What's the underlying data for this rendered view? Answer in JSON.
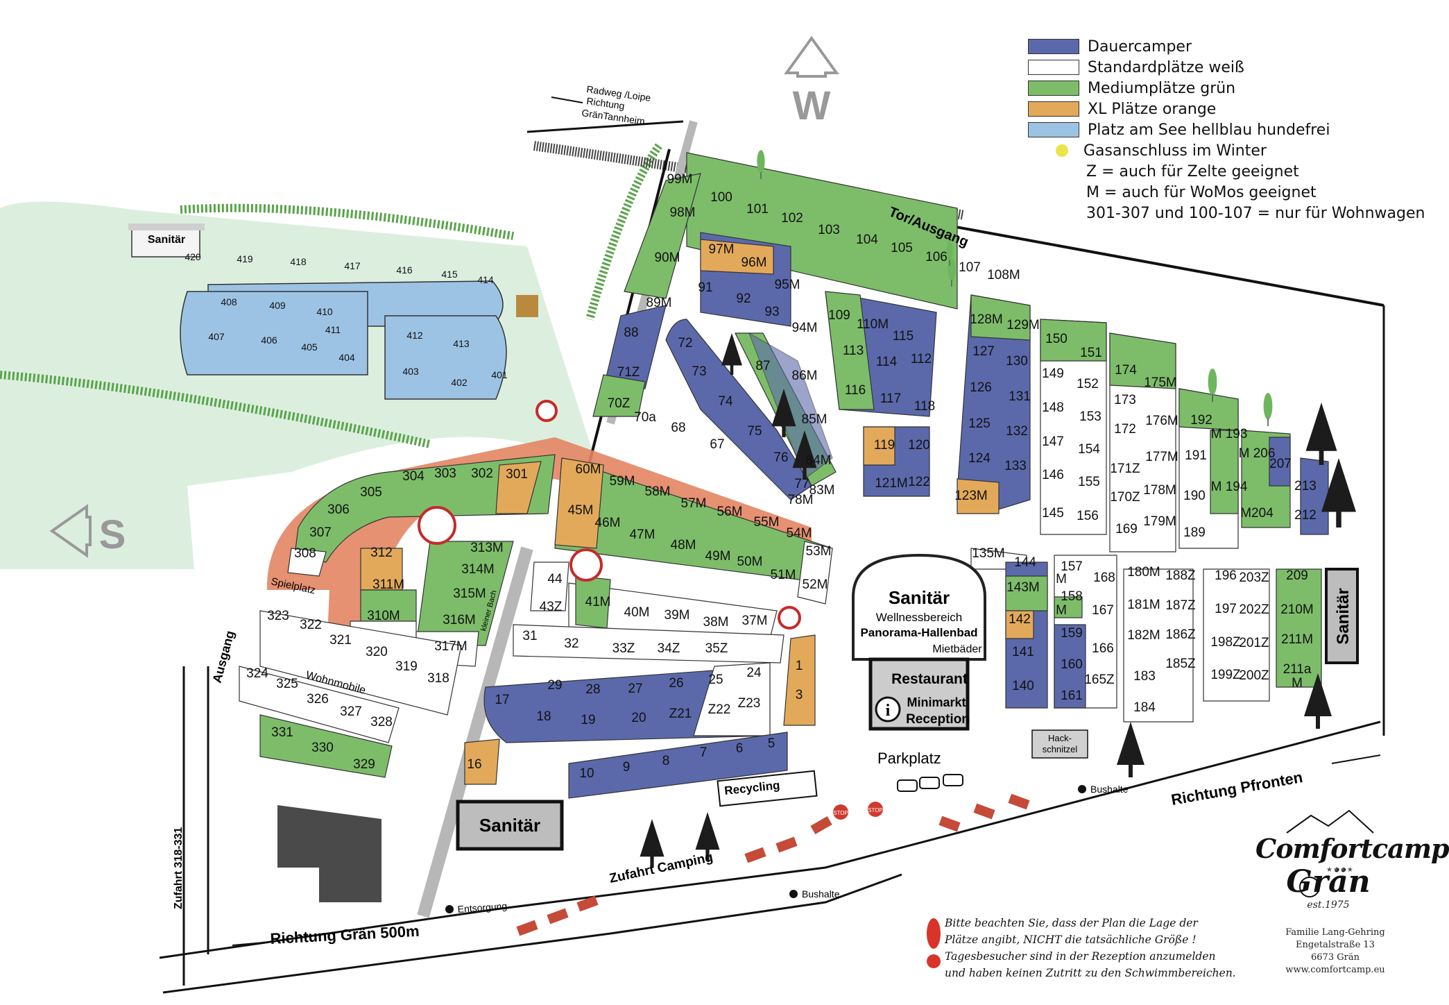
{
  "colors": {
    "dauercamper": "#5b69ab",
    "standard": "#ffffff",
    "medium": "#7dbd6a",
    "xl": "#e3a95b",
    "see": "#9dc3e4",
    "gas": "#e8e64a",
    "lake_zone": "#dcefdf",
    "dog_zone": "#e28563",
    "road": "#b7b7b7"
  },
  "legend": [
    {
      "swatch": "dauercamper",
      "label": "Dauercamper"
    },
    {
      "swatch": "standard",
      "label": "Standardplätze weiß"
    },
    {
      "swatch": "medium",
      "label": "Mediumplätze grün"
    },
    {
      "swatch": "xl",
      "label": "XL Plätze orange"
    },
    {
      "swatch": "see",
      "label": "Platz am See hellblau hundefrei"
    },
    {
      "swatch": "gas",
      "label": "Gasanschluss im Winter"
    },
    {
      "swatch": "none",
      "label": "Z = auch für Zelte geeignet"
    },
    {
      "swatch": "none",
      "label": "M = auch für WoMos geeignet"
    },
    {
      "swatch": "none",
      "label": "301-307 und 100-107 = nur für Wohnwagen"
    }
  ],
  "compass": {
    "west": "W",
    "south": "S"
  },
  "labels": {
    "radweg_1": "Radweg /Loipe",
    "radweg_2": "Richtung",
    "radweg_3": "GränTannheim",
    "tor": "Tor/Ausgang",
    "ausgang": "Ausgang",
    "spielplatz": "Spielplatz",
    "wohnmobile": "Wohnmobile",
    "bach": "kleiner Bach",
    "zufahrt_318": "Zufahrt 318-331",
    "richtung_graen": "Richtung Grän 500m",
    "entsorgung": "Entsorgung",
    "zufahrt_camping": "Zufahrt Camping",
    "bushalte_1": "Bushalte",
    "bushalte_2": "Bushalte",
    "recycling": "Recycling",
    "parkplatz": "Parkplatz",
    "richtung_pfronten": "Richtung Pfronten",
    "hack_1": "Hack-",
    "hack_2": "schnitzel",
    "stop_1": "STOP",
    "stop_2": "STOP"
  },
  "buildings": {
    "sanitaer_see": "Sanitär",
    "sanitaer_main": "Sanitär",
    "sanitaer_main_l1": "Wellnessbereich",
    "sanitaer_main_l2": "Panorama-Hallenbad",
    "sanitaer_main_l3": "Mietbäder",
    "restaurant": "Restaurant",
    "minimarkt": "Minimarkt",
    "reception": "Reception",
    "info_icon": "i",
    "sanitaer_south": "Sanitär",
    "sanitaer_east": "Sanitär"
  },
  "note": {
    "line1": "Bitte beachten Sie, dass der Plan die Lage der",
    "line2": "Plätze angibt, NICHT die tatsächliche Größe !",
    "line3": "Tagesbesucher sind in der Rezeption anzumelden",
    "line4": "und haben keinen Zutritt zu den Schwimmbereichen."
  },
  "brand": {
    "name1": "Comfortcamp",
    "stars": "★★★★",
    "name2": "Grän",
    "est": "est.1975"
  },
  "address": {
    "line1": "Familie Lang-Gehring",
    "line2": "Engetalstraße 13",
    "line3": "6673 Grän",
    "line4": "www.comfortcamp.eu"
  },
  "pitches": [
    {
      "n": "420",
      "t": "see"
    },
    {
      "n": "419",
      "t": "see"
    },
    {
      "n": "418",
      "t": "see"
    },
    {
      "n": "417",
      "t": "see"
    },
    {
      "n": "416",
      "t": "see"
    },
    {
      "n": "415",
      "t": "see"
    },
    {
      "n": "414",
      "t": "see"
    },
    {
      "n": "408",
      "t": "see"
    },
    {
      "n": "409",
      "t": "see"
    },
    {
      "n": "410",
      "t": "see"
    },
    {
      "n": "411",
      "t": "see"
    },
    {
      "n": "407",
      "t": "see"
    },
    {
      "n": "406",
      "t": "see"
    },
    {
      "n": "405",
      "t": "see"
    },
    {
      "n": "404",
      "t": "see"
    },
    {
      "n": "412",
      "t": "see"
    },
    {
      "n": "413",
      "t": "see"
    },
    {
      "n": "403",
      "t": "see"
    },
    {
      "n": "402",
      "t": "see"
    },
    {
      "n": "401",
      "t": "see"
    },
    {
      "n": "99M",
      "t": "medium"
    },
    {
      "n": "100",
      "t": "medium"
    },
    {
      "n": "101",
      "t": "medium"
    },
    {
      "n": "102",
      "t": "medium"
    },
    {
      "n": "103",
      "t": "medium"
    },
    {
      "n": "104",
      "t": "medium"
    },
    {
      "n": "105",
      "t": "medium"
    },
    {
      "n": "106",
      "t": "medium"
    },
    {
      "n": "107",
      "t": "medium"
    },
    {
      "n": "108M",
      "t": "medium"
    },
    {
      "n": "98M",
      "t": "medium"
    },
    {
      "n": "90M",
      "t": "medium"
    },
    {
      "n": "89M",
      "t": "medium"
    },
    {
      "n": "88",
      "t": "dauercamper"
    },
    {
      "n": "71Z",
      "t": "medium"
    },
    {
      "n": "70Z",
      "t": "medium"
    },
    {
      "n": "97M",
      "t": "xl"
    },
    {
      "n": "96M",
      "t": "xl"
    },
    {
      "n": "95M",
      "t": "standard"
    },
    {
      "n": "91",
      "t": "dauercamper"
    },
    {
      "n": "92",
      "t": "dauercamper"
    },
    {
      "n": "93",
      "t": "dauercamper"
    },
    {
      "n": "94M",
      "t": "standard"
    },
    {
      "n": "70a",
      "t": "dauercamper"
    },
    {
      "n": "68",
      "t": "dauercamper"
    },
    {
      "n": "67",
      "t": "standard"
    },
    {
      "n": "72",
      "t": "dauercamper"
    },
    {
      "n": "73",
      "t": "dauercamper"
    },
    {
      "n": "74",
      "t": "dauercamper"
    },
    {
      "n": "75",
      "t": "dauercamper"
    },
    {
      "n": "76",
      "t": "dauercamper"
    },
    {
      "n": "77",
      "t": "dauercamper"
    },
    {
      "n": "87",
      "t": "dauercamper"
    },
    {
      "n": "86M",
      "t": "medium"
    },
    {
      "n": "85M",
      "t": "medium"
    },
    {
      "n": "84M",
      "t": "medium"
    },
    {
      "n": "83M",
      "t": "standard"
    },
    {
      "n": "78M",
      "t": "standard"
    },
    {
      "n": "109",
      "t": "medium"
    },
    {
      "n": "110M",
      "t": "medium"
    },
    {
      "n": "115",
      "t": "dauercamper"
    },
    {
      "n": "113",
      "t": "medium"
    },
    {
      "n": "114",
      "t": "dauercamper"
    },
    {
      "n": "112",
      "t": "dauercamper"
    },
    {
      "n": "116",
      "t": "medium"
    },
    {
      "n": "117",
      "t": "dauercamper"
    },
    {
      "n": "118",
      "t": "dauercamper"
    },
    {
      "n": "119",
      "t": "xl"
    },
    {
      "n": "120",
      "t": "dauercamper"
    },
    {
      "n": "121M",
      "t": "standard"
    },
    {
      "n": "122",
      "t": "dauercamper"
    },
    {
      "n": "128M",
      "t": "medium"
    },
    {
      "n": "129M",
      "t": "medium"
    },
    {
      "n": "127",
      "t": "dauercamper"
    },
    {
      "n": "130",
      "t": "dauercamper"
    },
    {
      "n": "126",
      "t": "dauercamper"
    },
    {
      "n": "131",
      "t": "dauercamper"
    },
    {
      "n": "125",
      "t": "dauercamper"
    },
    {
      "n": "132",
      "t": "dauercamper"
    },
    {
      "n": "124",
      "t": "dauercamper"
    },
    {
      "n": "133",
      "t": "dauercamper"
    },
    {
      "n": "123M",
      "t": "xl"
    },
    {
      "n": "150",
      "t": "medium"
    },
    {
      "n": "151",
      "t": "medium"
    },
    {
      "n": "149",
      "t": "standard"
    },
    {
      "n": "152",
      "t": "standard"
    },
    {
      "n": "148",
      "t": "standard"
    },
    {
      "n": "153",
      "t": "standard"
    },
    {
      "n": "147",
      "t": "standard"
    },
    {
      "n": "154",
      "t": "standard"
    },
    {
      "n": "146",
      "t": "standard"
    },
    {
      "n": "155",
      "t": "standard"
    },
    {
      "n": "145",
      "t": "standard"
    },
    {
      "n": "156",
      "t": "standard"
    },
    {
      "n": "174",
      "t": "medium"
    },
    {
      "n": "175M",
      "t": "medium"
    },
    {
      "n": "173",
      "t": "standard"
    },
    {
      "n": "176M",
      "t": "standard"
    },
    {
      "n": "172",
      "t": "standard"
    },
    {
      "n": "177M",
      "t": "standard"
    },
    {
      "n": "171Z",
      "t": "standard"
    },
    {
      "n": "178M",
      "t": "standard"
    },
    {
      "n": "170Z",
      "t": "standard"
    },
    {
      "n": "179M",
      "t": "standard"
    },
    {
      "n": "169",
      "t": "standard"
    },
    {
      "n": "192",
      "t": "medium"
    },
    {
      "n": "M 193",
      "t": "medium"
    },
    {
      "n": "191",
      "t": "standard"
    },
    {
      "n": "M 194",
      "t": "medium"
    },
    {
      "n": "190",
      "t": "standard"
    },
    {
      "n": "189",
      "t": "standard"
    },
    {
      "n": "M 206",
      "t": "medium"
    },
    {
      "n": "207",
      "t": "dauercamper"
    },
    {
      "n": "M204",
      "t": "medium"
    },
    {
      "n": "213",
      "t": "dauercamper"
    },
    {
      "n": "212",
      "t": "dauercamper"
    },
    {
      "n": "306",
      "t": "medium"
    },
    {
      "n": "305",
      "t": "medium"
    },
    {
      "n": "304",
      "t": "medium"
    },
    {
      "n": "303",
      "t": "medium"
    },
    {
      "n": "302",
      "t": "medium"
    },
    {
      "n": "301",
      "t": "xl"
    },
    {
      "n": "307",
      "t": "medium"
    },
    {
      "n": "308",
      "t": "standard"
    },
    {
      "n": "60M",
      "t": "xl"
    },
    {
      "n": "59M",
      "t": "medium"
    },
    {
      "n": "58M",
      "t": "medium"
    },
    {
      "n": "57M",
      "t": "medium"
    },
    {
      "n": "56M",
      "t": "medium"
    },
    {
      "n": "55M",
      "t": "medium"
    },
    {
      "n": "54M",
      "t": "medium"
    },
    {
      "n": "53M",
      "t": "standard"
    },
    {
      "n": "45M",
      "t": "xl"
    },
    {
      "n": "46M",
      "t": "xl"
    },
    {
      "n": "47M",
      "t": "medium"
    },
    {
      "n": "48M",
      "t": "medium"
    },
    {
      "n": "49M",
      "t": "medium"
    },
    {
      "n": "50M",
      "t": "medium"
    },
    {
      "n": "51M",
      "t": "medium"
    },
    {
      "n": "52M",
      "t": "standard"
    },
    {
      "n": "312",
      "t": "xl"
    },
    {
      "n": "311M",
      "t": "medium"
    },
    {
      "n": "310M",
      "t": "standard"
    },
    {
      "n": "313M",
      "t": "medium"
    },
    {
      "n": "314M",
      "t": "medium"
    },
    {
      "n": "315M",
      "t": "medium"
    },
    {
      "n": "316M",
      "t": "medium"
    },
    {
      "n": "317M",
      "t": "standard"
    },
    {
      "n": "44",
      "t": "standard"
    },
    {
      "n": "43Z",
      "t": "standard"
    },
    {
      "n": "41M",
      "t": "medium"
    },
    {
      "n": "40M",
      "t": "standard"
    },
    {
      "n": "39M",
      "t": "standard"
    },
    {
      "n": "38M",
      "t": "standard"
    },
    {
      "n": "37M",
      "t": "standard"
    },
    {
      "n": "31",
      "t": "standard"
    },
    {
      "n": "32",
      "t": "standard"
    },
    {
      "n": "33Z",
      "t": "standard"
    },
    {
      "n": "34Z",
      "t": "standard"
    },
    {
      "n": "35Z",
      "t": "standard"
    },
    {
      "n": "323",
      "t": "standard"
    },
    {
      "n": "322",
      "t": "standard"
    },
    {
      "n": "321",
      "t": "standard"
    },
    {
      "n": "320",
      "t": "standard"
    },
    {
      "n": "319",
      "t": "standard"
    },
    {
      "n": "318",
      "t": "standard"
    },
    {
      "n": "324",
      "t": "standard"
    },
    {
      "n": "325",
      "t": "standard"
    },
    {
      "n": "326",
      "t": "standard"
    },
    {
      "n": "327",
      "t": "standard"
    },
    {
      "n": "328",
      "t": "standard"
    },
    {
      "n": "331",
      "t": "medium"
    },
    {
      "n": "330",
      "t": "medium"
    },
    {
      "n": "329",
      "t": "medium"
    },
    {
      "n": "16",
      "t": "xl"
    },
    {
      "n": "29",
      "t": "dauercamper"
    },
    {
      "n": "28",
      "t": "dauercamper"
    },
    {
      "n": "27",
      "t": "dauercamper"
    },
    {
      "n": "26",
      "t": "dauercamper"
    },
    {
      "n": "25",
      "t": "dauercamper"
    },
    {
      "n": "24",
      "t": "standard"
    },
    {
      "n": "17",
      "t": "dauercamper"
    },
    {
      "n": "18",
      "t": "dauercamper"
    },
    {
      "n": "19",
      "t": "dauercamper"
    },
    {
      "n": "20",
      "t": "dauercamper"
    },
    {
      "n": "Z21",
      "t": "standard"
    },
    {
      "n": "Z22",
      "t": "standard"
    },
    {
      "n": "Z23",
      "t": "standard"
    },
    {
      "n": "1",
      "t": "xl"
    },
    {
      "n": "3",
      "t": "xl"
    },
    {
      "n": "10",
      "t": "dauercamper"
    },
    {
      "n": "9",
      "t": "dauercamper"
    },
    {
      "n": "8",
      "t": "dauercamper"
    },
    {
      "n": "7",
      "t": "dauercamper"
    },
    {
      "n": "6",
      "t": "dauercamper"
    },
    {
      "n": "5",
      "t": "dauercamper"
    },
    {
      "n": "135M",
      "t": "standard"
    },
    {
      "n": "144",
      "t": "standard"
    },
    {
      "n": "143M",
      "t": "medium"
    },
    {
      "n": "142",
      "t": "xl"
    },
    {
      "n": "141",
      "t": "dauercamper"
    },
    {
      "n": "140",
      "t": "dauercamper"
    },
    {
      "n": "157",
      "t": "standard"
    },
    {
      "n": "M",
      "t": "standard"
    },
    {
      "n": "168",
      "t": "standard"
    },
    {
      "n": "158",
      "t": "medium"
    },
    {
      "n": "M",
      "t": "medium"
    },
    {
      "n": "167",
      "t": "standard"
    },
    {
      "n": "159",
      "t": "dauercamper"
    },
    {
      "n": "166",
      "t": "standard"
    },
    {
      "n": "160",
      "t": "dauercamper"
    },
    {
      "n": "165Z",
      "t": "standard"
    },
    {
      "n": "161",
      "t": "dauercamper"
    },
    {
      "n": "180M",
      "t": "standard"
    },
    {
      "n": "188Z",
      "t": "standard"
    },
    {
      "n": "181M",
      "t": "standard"
    },
    {
      "n": "187Z",
      "t": "standard"
    },
    {
      "n": "182M",
      "t": "standard"
    },
    {
      "n": "186Z",
      "t": "standard"
    },
    {
      "n": "185Z",
      "t": "standard"
    },
    {
      "n": "183",
      "t": "standard"
    },
    {
      "n": "184",
      "t": "standard"
    },
    {
      "n": "196",
      "t": "standard"
    },
    {
      "n": "203Z",
      "t": "standard"
    },
    {
      "n": "197",
      "t": "standard"
    },
    {
      "n": "202Z",
      "t": "standard"
    },
    {
      "n": "198Z",
      "t": "standard"
    },
    {
      "n": "201Z",
      "t": "standard"
    },
    {
      "n": "199Z",
      "t": "standard"
    },
    {
      "n": "200Z",
      "t": "standard"
    },
    {
      "n": "209",
      "t": "medium"
    },
    {
      "n": "210M",
      "t": "medium"
    },
    {
      "n": "211M",
      "t": "medium"
    },
    {
      "n": "211a",
      "t": "medium"
    },
    {
      "n": "M",
      "t": "medium"
    }
  ]
}
